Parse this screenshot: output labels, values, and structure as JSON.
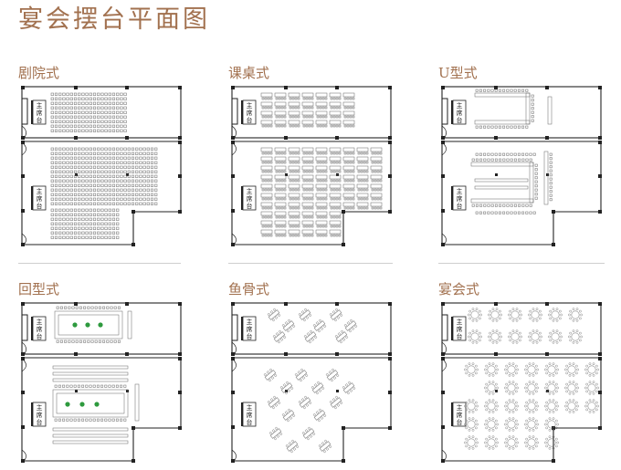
{
  "page": {
    "title": "宴会摆台平面图"
  },
  "stage_label": [
    "主",
    "席",
    "台"
  ],
  "colors": {
    "accent": "#a2714f",
    "wall": "#222222",
    "furniture": "#666666",
    "centerpiece": "#2e9a3e"
  },
  "layouts": [
    {
      "id": "theater",
      "label": "剧院式"
    },
    {
      "id": "classroom",
      "label": "课桌式"
    },
    {
      "id": "ushape",
      "label": "U型式"
    },
    {
      "id": "hollow",
      "label": "回型式"
    },
    {
      "id": "fishbone",
      "label": "鱼骨式"
    },
    {
      "id": "banquet",
      "label": "宴会式"
    }
  ]
}
